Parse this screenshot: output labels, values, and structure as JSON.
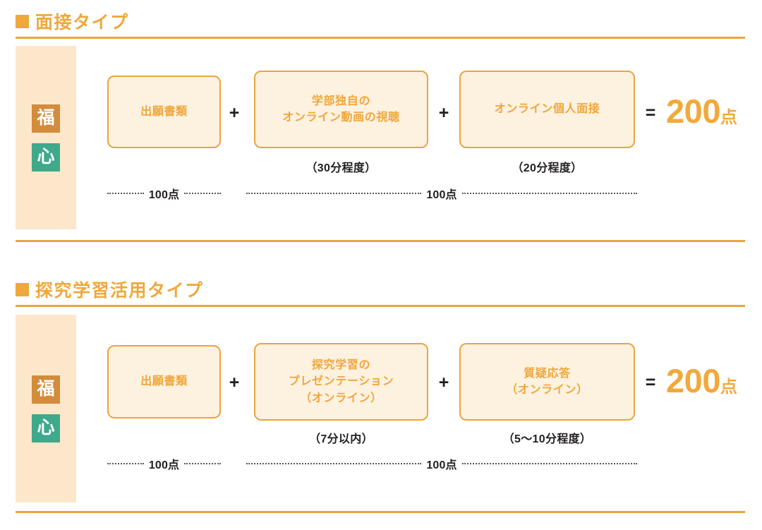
{
  "sections": [
    {
      "heading": "面接タイプ",
      "bullet_icon": "filled-square-icon",
      "badges": [
        {
          "label": "福",
          "color": "#d38b3c"
        },
        {
          "label": "心",
          "color": "#3ea98b"
        }
      ],
      "steps": [
        {
          "lines": [
            "出願書類"
          ],
          "caption": ""
        },
        {
          "lines": [
            "学部独自の",
            "オンライン動画の視聴"
          ],
          "caption": "（30分程度）"
        },
        {
          "lines": [
            "オンライン個人面接"
          ],
          "caption": "（20分程度）"
        }
      ],
      "operators": [
        "+",
        "+"
      ],
      "equals": "=",
      "total_number": "200",
      "total_unit": "点",
      "scores": [
        "100点",
        "100点"
      ]
    },
    {
      "heading": "探究学習活用タイプ",
      "bullet_icon": "filled-square-icon",
      "badges": [
        {
          "label": "福",
          "color": "#d38b3c"
        },
        {
          "label": "心",
          "color": "#3ea98b"
        }
      ],
      "steps": [
        {
          "lines": [
            "出願書類"
          ],
          "caption": ""
        },
        {
          "lines": [
            "探究学習の",
            "プレゼンテーション",
            "（オンライン）"
          ],
          "caption": "（7分以内）"
        },
        {
          "lines": [
            "質疑応答",
            "（オンライン）"
          ],
          "caption": "（5〜10分程度）"
        }
      ],
      "operators": [
        "+",
        "+"
      ],
      "equals": "=",
      "total_number": "200",
      "total_unit": "点",
      "scores": [
        "100点",
        "100点"
      ]
    }
  ],
  "colors": {
    "accent": "#efa83c",
    "rule": "#e8a63f",
    "box_fill": "#fdf1e0",
    "box_border": "#e8a63f",
    "sidebar_fill": "#fce7cb",
    "badge_orange": "#d38b3c",
    "badge_teal": "#3ea98b",
    "text_dark": "#231f20",
    "dots": "#595757"
  }
}
